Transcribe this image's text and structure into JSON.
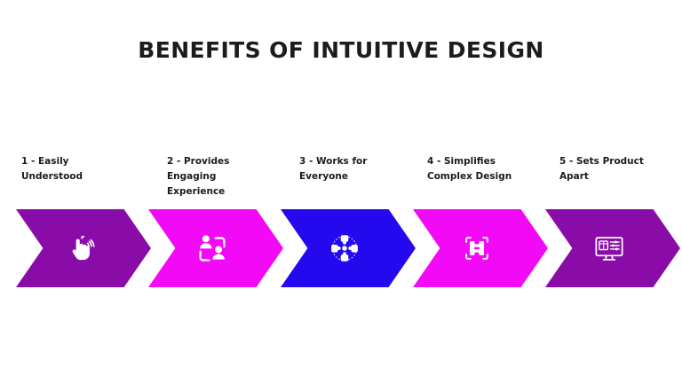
{
  "title": "BENEFITS OF INTUITIVE DESIGN",
  "background_color": "#ffffff",
  "title_color": "#1c1c1c",
  "icon_color": "#ffffff",
  "steps": [
    {
      "number": "1",
      "label": "1 - Easily Understood",
      "icon": "tap-hand-icon",
      "color": "#8a0ca8"
    },
    {
      "number": "2",
      "label": "2 - Provides Engaging Experience",
      "icon": "two-users-connection-icon",
      "color": "#f209f5"
    },
    {
      "number": "3",
      "label": "3 - Works for Everyone",
      "icon": "network-hub-icon",
      "color": "#2409ef"
    },
    {
      "number": "4",
      "label": "4 - Simplifies Complex Design",
      "icon": "puzzle-pieces-icon",
      "color": "#f209f5"
    },
    {
      "number": "5",
      "label": "5 - Sets Product Apart",
      "icon": "monitor-product-icon",
      "color": "#8a0ca8"
    }
  ]
}
